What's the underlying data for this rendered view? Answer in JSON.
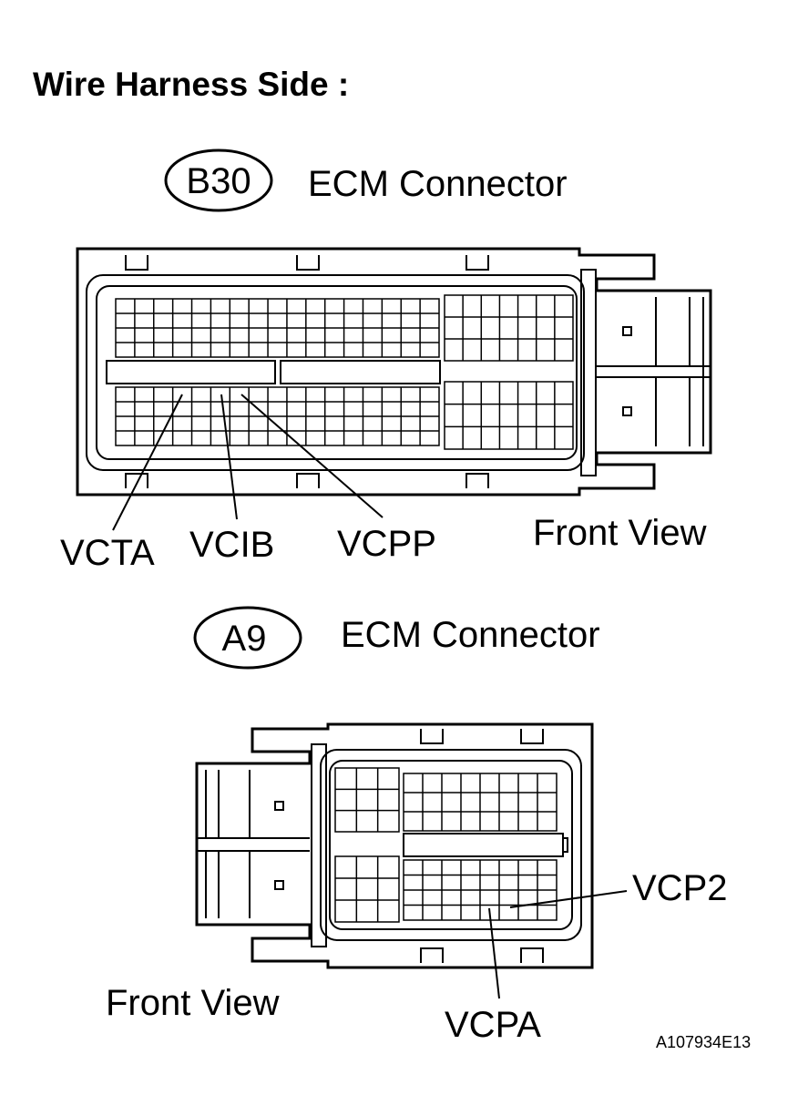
{
  "page_title": "Wire Harness Side :",
  "connector_b30": {
    "id": "B30",
    "name": "ECM Connector",
    "view": "Front View",
    "terminals": [
      "VCTA",
      "VCIB",
      "VCPP"
    ]
  },
  "connector_a9": {
    "id": "A9",
    "name": "ECM Connector",
    "view": "Front View",
    "terminals": [
      "VCP2",
      "VCPA"
    ]
  },
  "figure_code": "A107934E13"
}
